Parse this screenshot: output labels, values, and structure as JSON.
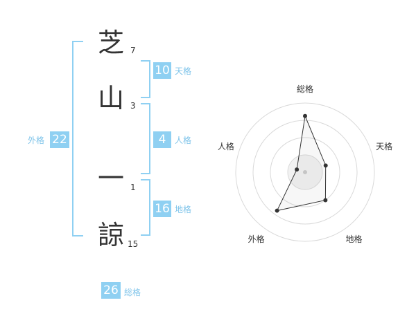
{
  "name": {
    "chars": [
      "芝",
      "山",
      "一",
      "諒"
    ],
    "strokes": [
      "7",
      "3",
      "1",
      "15"
    ]
  },
  "fortune": {
    "tenkaku": {
      "label": "天格",
      "value": "10"
    },
    "jinkaku": {
      "label": "人格",
      "value": "4"
    },
    "chikaku": {
      "label": "地格",
      "value": "16"
    },
    "gaikaku": {
      "label": "外格",
      "value": "22"
    },
    "soukaku": {
      "label": "総格",
      "value": "26"
    }
  },
  "colors": {
    "accent": "#8fd0f2",
    "accent_text": "#7fc4ea",
    "text": "#333333"
  },
  "chart_data": {
    "type": "radar",
    "axes": [
      "総格",
      "天格",
      "地格",
      "外格",
      "人格"
    ],
    "values": [
      26,
      10,
      16,
      22,
      4
    ],
    "rings": 4
  }
}
